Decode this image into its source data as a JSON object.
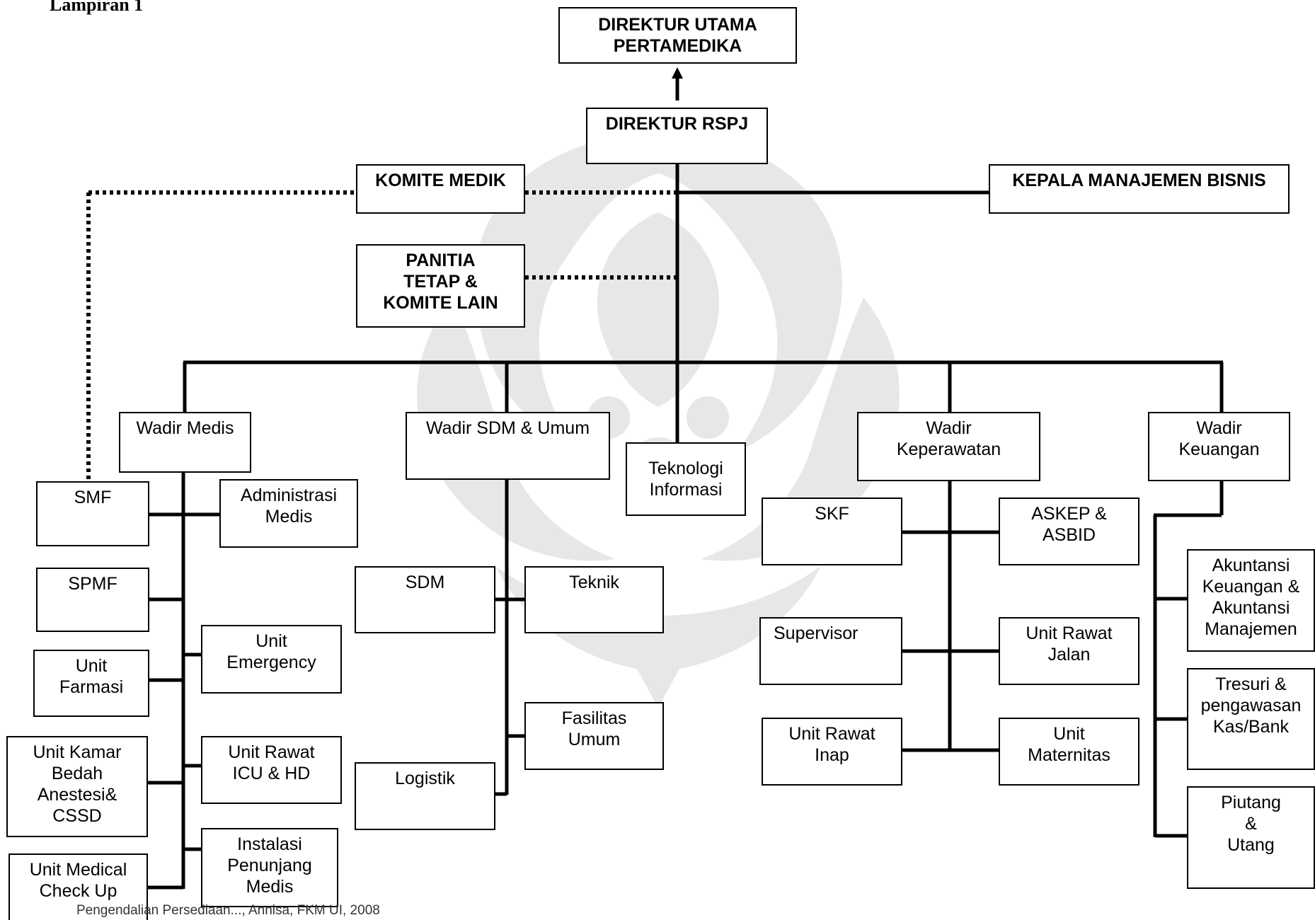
{
  "header": {
    "lampiran": "Lampiran 1"
  },
  "footer": {
    "text": "Pengendalian Persediaan..., Annisa, FKM UI, 2008"
  },
  "boxes": {
    "direktur_utama": "DIREKTUR UTAMA\nPERTAMEDIKA",
    "direktur_rspj": "DIREKTUR RSPJ",
    "komite_medik": "KOMITE MEDIK",
    "kepala_manajemen": "KEPALA MANAJEMEN BISNIS",
    "panitia": "PANITIA\nTETAP &\nKOMITE LAIN",
    "wadir_medis": "Wadir Medis",
    "wadir_sdm": "Wadir SDM & Umum",
    "teknologi": "Teknologi\nInformasi",
    "wadir_keperawatan": "Wadir\nKeperawatan",
    "wadir_keuangan": "Wadir\nKeuangan",
    "smf": "SMF",
    "administrasi_medis": "Administrasi\nMedis",
    "spmf": "SPMF",
    "unit_emergency": "Unit\nEmergency",
    "unit_farmasi": "Unit\nFarmasi",
    "unit_rawat_icu": "Unit Rawat\nICU & HD",
    "unit_kamar_bedah": "Unit Kamar\nBedah\nAnestesi&\nCSSD",
    "instalasi": "Instalasi\nPenunjang\nMedis",
    "unit_mcu": "Unit Medical\nCheck Up",
    "sdm": "SDM",
    "teknik": "Teknik",
    "fasilitas": "Fasilitas\nUmum",
    "logistik": "Logistik",
    "skf": "SKF",
    "askep": "ASKEP &\nASBID",
    "supervisor": "Supervisor",
    "unit_rawat_jalan": "Unit Rawat\nJalan",
    "unit_rawat_inap": "Unit Rawat\nInap",
    "unit_maternitas": "Unit\nMaternitas",
    "akuntansi": "Akuntansi\nKeuangan &\nAkuntansi\nManajemen",
    "tresuri": "Tresuri &\npengawasan\nKas/Bank",
    "piutang": "Piutang\n&\nUtang"
  },
  "colors": {
    "line": "#000000",
    "watermark": "#e3e3e3"
  }
}
